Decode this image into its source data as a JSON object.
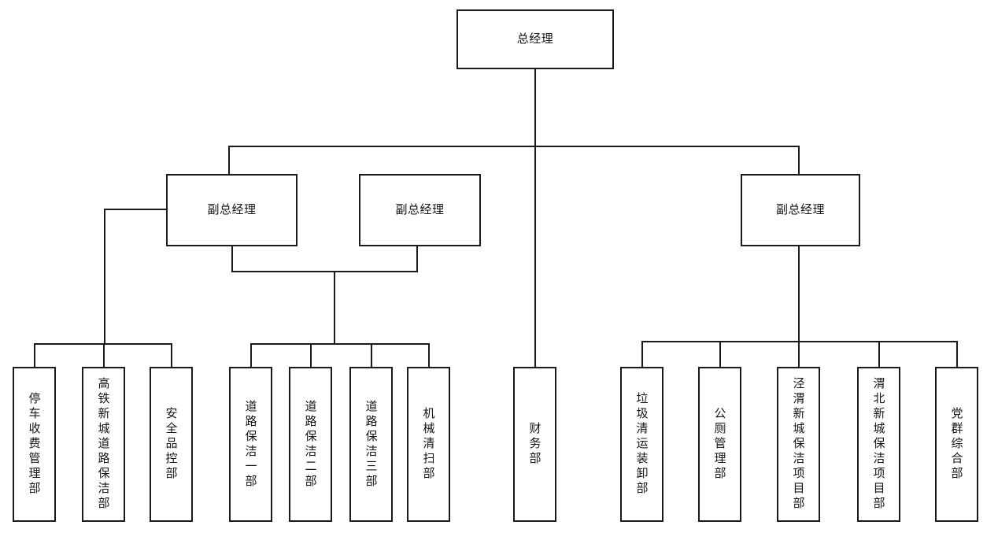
{
  "chart": {
    "type": "org-chart",
    "title": "",
    "orientation": "top-down",
    "line_color": "#1a1a1a",
    "box_border_color": "#1a1a1a",
    "box_fill_color": "#ffffff",
    "background_color": "#ffffff"
  },
  "nodes": {
    "gm": {
      "label": "总经理",
      "level": 1
    },
    "vp1": {
      "label": "副总经理",
      "level": 2
    },
    "vp2": {
      "label": "副总经理",
      "level": 2
    },
    "vp3": {
      "label": "副总经理",
      "level": 2
    },
    "finance": {
      "label": "财务部",
      "level": 3
    },
    "d1": {
      "label": "停车收费管理部",
      "level": 3
    },
    "d2": {
      "label": "高铁新城道路保洁部",
      "level": 3
    },
    "d3": {
      "label": "安全品控部",
      "level": 3
    },
    "d4": {
      "label": "道路保洁一部",
      "level": 3
    },
    "d5": {
      "label": "道路保洁二部",
      "level": 3
    },
    "d6": {
      "label": "道路保洁三部",
      "level": 3
    },
    "d7": {
      "label": "机械清扫部",
      "level": 3
    },
    "d8": {
      "label": "垃圾清运装卸部",
      "level": 3
    },
    "d9": {
      "label": "公厕管理部",
      "level": 3
    },
    "d10": {
      "label": "泾渭新城保洁项目部",
      "level": 3
    },
    "d11": {
      "label": "渭北新城保洁项目部",
      "level": 3
    },
    "d12": {
      "label": "党群综合部",
      "level": 3
    }
  }
}
